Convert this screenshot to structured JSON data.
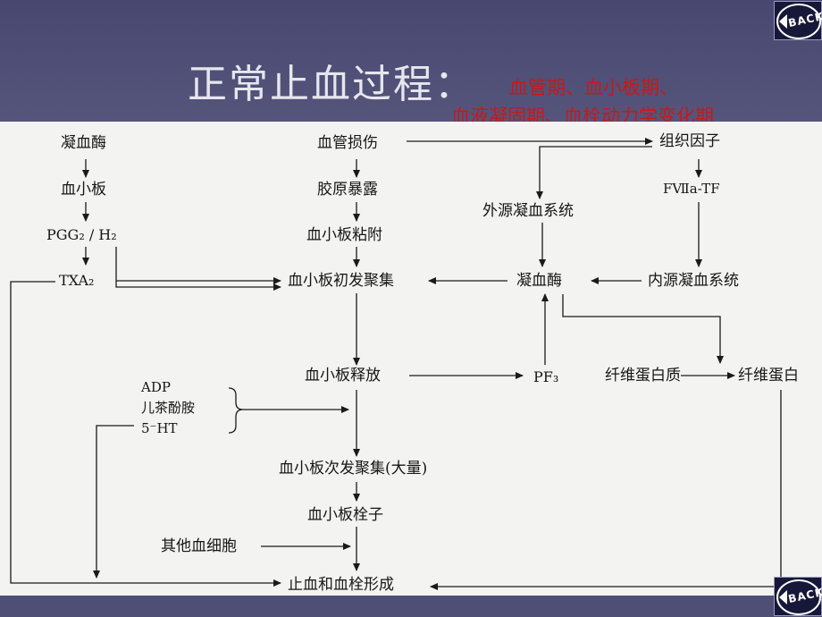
{
  "slide": {
    "title": "正常止血过程：",
    "subtitle_line1": "血管期、血小板期、",
    "subtitle_line2": "血液凝固期、血栓动力学变化期",
    "back_label": "BACK"
  },
  "diagram": {
    "nodes": {
      "thrombin_left": "凝血酶",
      "platelet": "血小板",
      "pgg2_h2": "PGG₂ / H₂",
      "txa2": "TXA₂",
      "vessel_injury": "血管损伤",
      "collagen": "胶原暴露",
      "adhesion": "血小板粘附",
      "primary_aggregation": "血小板初发聚集",
      "release": "血小板释放",
      "adp": "ADP",
      "catecholamine": "儿茶酚胺",
      "serotonin": "5⁻HT",
      "secondary_aggregation": "血小板次发聚集(大量)",
      "platelet_plug": "血小板栓子",
      "other_cells": "其他血细胞",
      "hemostasis": "止血和血栓形成",
      "tissue_factor": "组织因子",
      "fviia_tf": "FⅦa-TF",
      "extrinsic": "外源凝血系统",
      "thrombin_right": "凝血酶",
      "intrinsic": "内源凝血系统",
      "pf3": "PF₃",
      "fibrinogen": "纤维蛋白质",
      "fibrin": "纤维蛋白"
    }
  }
}
